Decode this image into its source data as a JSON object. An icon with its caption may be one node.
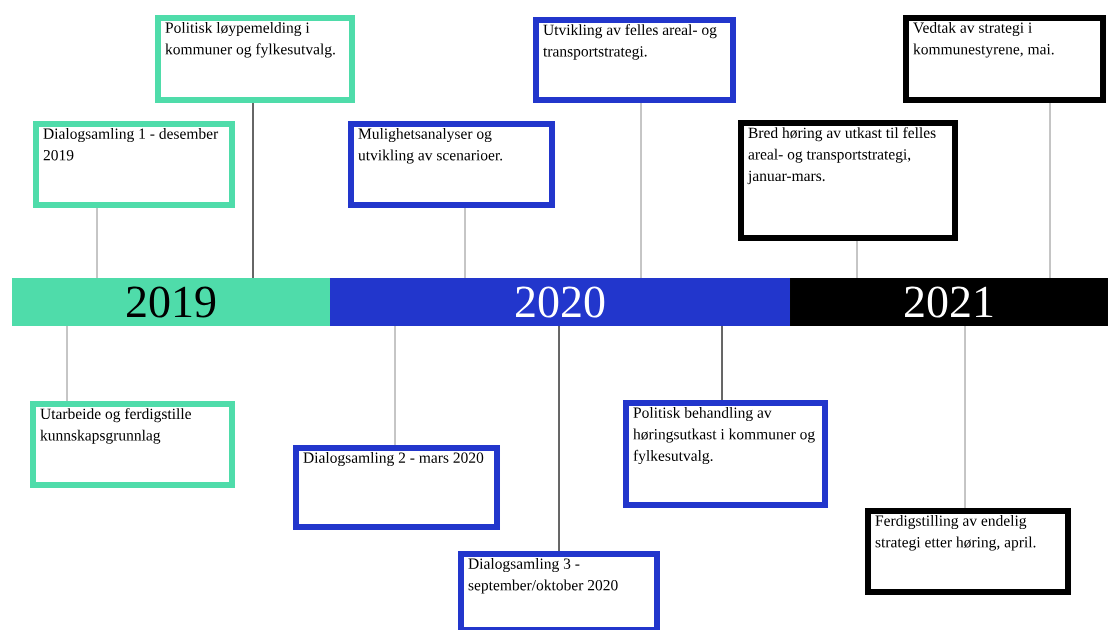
{
  "diagram": {
    "nodes": [
      {
        "text": [
          "2019"
        ]
      },
      {
        "text": [
          "2020"
        ]
      },
      {
        "text": [
          "2021"
        ]
      },
      {
        "text": [
          "Dialogsamling 1 - desember 2019"
        ]
      },
      {
        "text": [
          "Politisk løypemelding i kommuner og fylkesutvalg."
        ]
      },
      {
        "text": [
          "Mulighetsanalyser og utvikling av scenarioer."
        ]
      },
      {
        "text": [
          "Utvikling av felles areal- og transportstrategi."
        ]
      },
      {
        "text": [
          "Bred høring av utkast til felles areal- og transportstrategi, januar-mars."
        ]
      },
      {
        "text": [
          "Vedtak av strategi i kommunestyrene, mai."
        ]
      },
      {
        "text": [
          "Utarbeide og ferdigstille kunnskapsgrunnlag"
        ]
      },
      {
        "text": [
          "Dialogsamling 2 - mars 2020"
        ]
      },
      {
        "text": [
          "Dialogsamling 3 - september/oktober 2020"
        ]
      },
      {
        "text": [
          "Politisk behandling av høringsutkast i kommuner og fylkesutvalg."
        ]
      },
      {
        "text": [
          "Ferdigstilling av endelig strategi etter høring, april."
        ]
      }
    ],
    "edges": [
      {
        "from": 3,
        "to": 0,
        "arrow": "none"
      },
      {
        "from": 4,
        "to": 0,
        "arrow": "none",
        "color": "#000000"
      },
      {
        "from": 5,
        "to": 1,
        "arrow": "none"
      },
      {
        "from": 6,
        "to": 1,
        "arrow": "none"
      },
      {
        "from": 7,
        "to": 2,
        "arrow": "none"
      },
      {
        "from": 8,
        "to": 2,
        "arrow": "none"
      },
      {
        "from": 9,
        "to": 0,
        "arrow": "none"
      },
      {
        "from": 10,
        "to": 1,
        "arrow": "none"
      },
      {
        "from": 11,
        "to": 1,
        "arrow": "none",
        "color": "#000000"
      },
      {
        "from": 12,
        "to": 1,
        "arrow": "none",
        "color": "#000000"
      },
      {
        "from": 13,
        "to": 2,
        "arrow": "none"
      }
    ]
  }
}
